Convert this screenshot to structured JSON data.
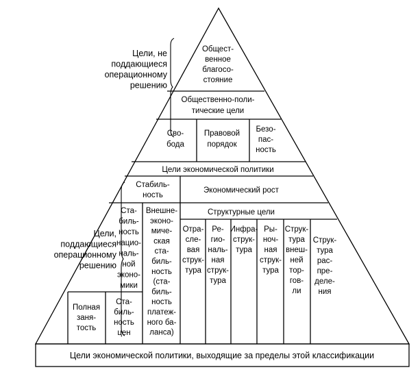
{
  "diagram": {
    "top_block": [
      "Общест-",
      "венное",
      "благосо-",
      "стояние"
    ],
    "socio_political_goals": [
      "Общественно-поли-",
      "тические цели"
    ],
    "freedom": [
      "Сво-",
      "бода"
    ],
    "legal_order": [
      "Правовой",
      "порядок"
    ],
    "security": [
      "Безо-",
      "пас-",
      "ность"
    ],
    "economic_policy_goals": [
      "Цели экономической политики"
    ],
    "stability": [
      "Стабиль-",
      "ность"
    ],
    "economic_growth": [
      "Экономический рост"
    ],
    "structural_goals": [
      "Структурные цели"
    ],
    "national_economy_stability": [
      "Ста-",
      "биль-",
      "ность",
      "нацио-",
      "наль-",
      "ной",
      "эконо-",
      "мики"
    ],
    "external_economic_stability": [
      "Внешне-",
      "эконо-",
      "миче-",
      "ская",
      "ста-",
      "биль-",
      "ность",
      "(ста-",
      "биль-",
      "ность",
      "платеж-",
      "ного ба-",
      "ланса)"
    ],
    "full_employment": [
      "Полная",
      "заня-",
      "тость"
    ],
    "price_stability": [
      "Ста-",
      "биль-",
      "ность",
      "цен"
    ],
    "sectoral_structure": [
      "Отра-",
      "сле-",
      "вая",
      "струк-",
      "тура"
    ],
    "regional_structure": [
      "Ре-",
      "гио-",
      "наль-",
      "ная",
      "струк-",
      "тура"
    ],
    "infrastructure": [
      "Инфра-",
      "струк-",
      "тура"
    ],
    "market_structure": [
      "Ры-",
      "ноч-",
      "ная",
      "струк-",
      "тура"
    ],
    "foreign_trade_structure": [
      "Струк-",
      "тура",
      "внеш-",
      "ней",
      "тор-",
      "гов-",
      "ли"
    ],
    "distribution_structure": [
      "Струк-",
      "тура",
      "рас-",
      "пре-",
      "деле-",
      "ния"
    ],
    "non_operational_label": [
      "Цели, не",
      "поддающиеся",
      "операционному",
      "решению"
    ],
    "operational_label": [
      "Цели,",
      "поддающиеся",
      "операционному",
      "решению"
    ],
    "base_label": [
      "Цели экономической политики, выходящие за пределы этой классификации"
    ]
  }
}
